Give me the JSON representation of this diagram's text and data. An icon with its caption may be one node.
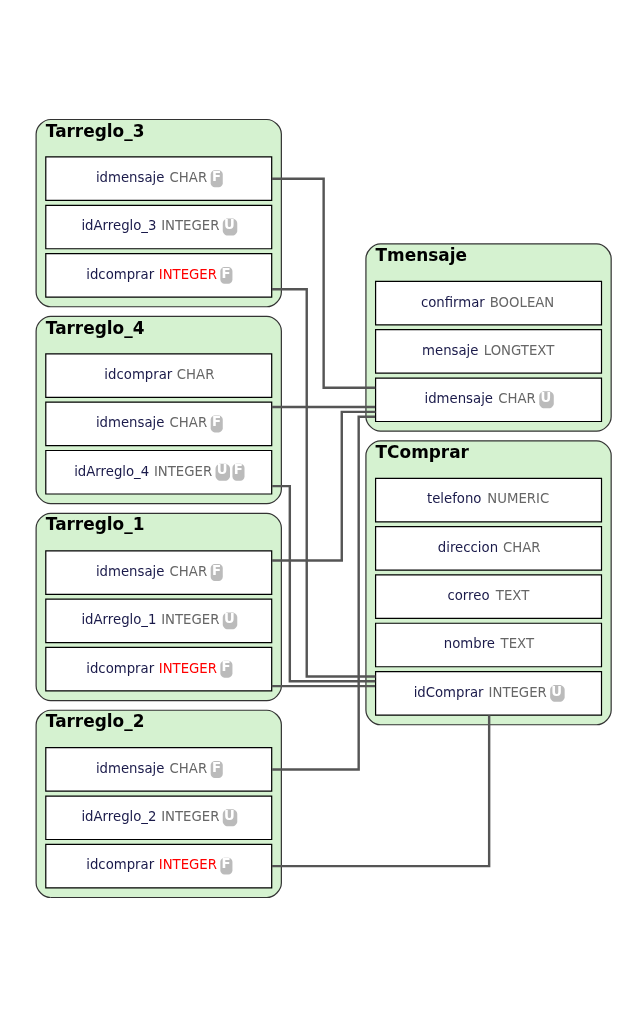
{
  "diagram": {
    "nodes": [
      {
        "text": [
          "Tarreglo_1"
        ]
      },
      {
        "text": [
          "idArreglo_1",
          "INTEGER",
          "U"
        ],
        "in": 0
      },
      {
        "text": [
          "idmensaje",
          "CHAR",
          "F"
        ],
        "in": 0
      },
      {
        "text": [
          "idcomprar",
          "INTEGER",
          "F"
        ],
        "in": 0
      },
      {
        "text": [
          "Tarreglo_2"
        ]
      },
      {
        "text": [
          "idArreglo_2",
          "INTEGER",
          "U"
        ],
        "in": 4
      },
      {
        "text": [
          "idmensaje",
          "CHAR",
          "F"
        ],
        "in": 4
      },
      {
        "text": [
          "idcomprar",
          "INTEGER",
          "F"
        ],
        "in": 4
      },
      {
        "text": [
          "Tarreglo_3"
        ]
      },
      {
        "text": [
          "idArreglo_3",
          "INTEGER",
          "U"
        ],
        "in": 8
      },
      {
        "text": [
          "idmensaje",
          "CHAR",
          "F"
        ],
        "in": 8
      },
      {
        "text": [
          "idcomprar",
          "INTEGER",
          "F"
        ],
        "in": 8
      },
      {
        "text": [
          "Tarreglo_4"
        ]
      },
      {
        "text": [
          "idArreglo_4",
          "INTEGER",
          "U",
          "F"
        ],
        "in": 12
      },
      {
        "text": [
          "idmensaje",
          "CHAR",
          "F"
        ],
        "in": 12
      },
      {
        "text": [
          "idcomprar",
          "CHAR"
        ],
        "in": 12
      },
      {
        "text": [
          "Tmensaje"
        ]
      },
      {
        "text": [
          "idmensaje",
          "CHAR",
          "U"
        ],
        "in": 16
      },
      {
        "text": [
          "mensaje",
          "LONGTEXT"
        ],
        "in": 16
      },
      {
        "text": [
          "confirmar",
          "BOOLEAN"
        ],
        "in": 16
      },
      {
        "text": [
          "TComprar"
        ]
      },
      {
        "text": [
          "idComprar",
          "INTEGER",
          "U"
        ],
        "in": 20
      },
      {
        "text": [
          "nombre",
          "TEXT"
        ],
        "in": 20
      },
      {
        "text": [
          "correo",
          "TEXT"
        ],
        "in": 20
      },
      {
        "text": [
          "direccion",
          "CHAR"
        ],
        "in": 20
      },
      {
        "text": [
          "telefono",
          "NUMERIC"
        ],
        "in": 20
      }
    ],
    "edges": [
      {
        "from": 2,
        "to": 17,
        "arrow": "none"
      },
      {
        "from": 6,
        "to": 17,
        "arrow": "none"
      },
      {
        "from": 10,
        "to": 17,
        "arrow": "none"
      },
      {
        "from": 14,
        "to": 17,
        "arrow": "none"
      },
      {
        "from": 3,
        "to": 21,
        "arrow": "none"
      },
      {
        "from": 7,
        "to": 21,
        "arrow": "none"
      },
      {
        "from": 11,
        "to": 21,
        "arrow": "none"
      },
      {
        "from": 13,
        "to": 21,
        "arrow": "none"
      }
    ]
  }
}
